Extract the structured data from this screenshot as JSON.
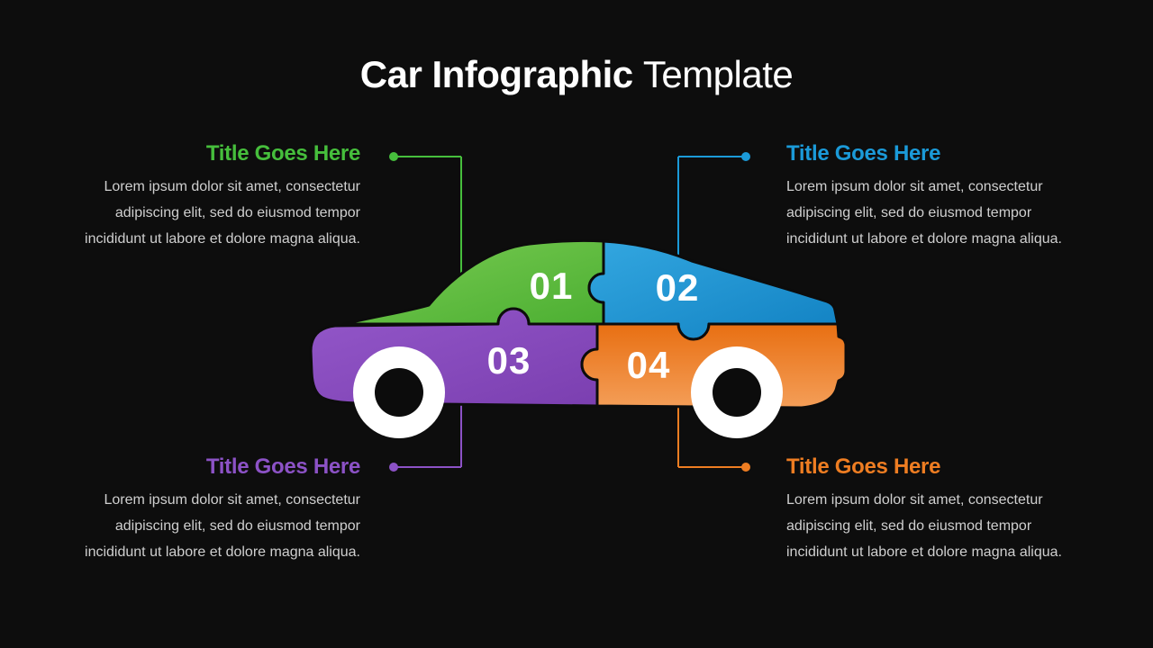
{
  "page": {
    "background": "#0d0d0d"
  },
  "title": {
    "bold": "Car Infographic",
    "light": "Template"
  },
  "sections": [
    {
      "number": "01",
      "title": "Title Goes Here",
      "accent_color": "#46be3c",
      "position": "top-left",
      "body_lines": [
        "Lorem ipsum dolor sit amet, consectetur",
        "adipiscing elit, sed do eiusmod tempor",
        "incididunt ut labore et dolore magna aliqua."
      ]
    },
    {
      "number": "02",
      "title": "Title Goes Here",
      "accent_color": "#1b9ad8",
      "position": "top-right",
      "body_lines": [
        "Lorem ipsum dolor sit amet, consectetur",
        "adipiscing elit, sed do eiusmod tempor",
        "incididunt ut labore et dolore magna aliqua."
      ]
    },
    {
      "number": "03",
      "title": "Title Goes Here",
      "accent_color": "#8c52c6",
      "position": "bottom-left",
      "body_lines": [
        "Lorem ipsum dolor sit amet, consectetur",
        "adipiscing elit, sed do eiusmod tempor",
        "incididunt ut labore et dolore magna aliqua."
      ]
    },
    {
      "number": "04",
      "title": "Title Goes Here",
      "accent_color": "#ee7d22",
      "position": "bottom-right",
      "body_lines": [
        "Lorem ipsum dolor sit amet, consectetur",
        "adipiscing elit, sed do eiusmod tempor",
        "incididunt ut labore et dolore magna aliqua."
      ]
    }
  ],
  "car": {
    "pieces": [
      {
        "number": "01",
        "part": "roof-front",
        "color_start": "#79cb52",
        "color_end": "#4caf32"
      },
      {
        "number": "02",
        "part": "roof-rear",
        "color_start": "#33a7e0",
        "color_end": "#1181c2"
      },
      {
        "number": "03",
        "part": "body-front",
        "color_start": "#9357c9",
        "color_end": "#7b3fb0"
      },
      {
        "number": "04",
        "part": "body-rear",
        "color_start": "#e86f12",
        "color_end": "#f49e58"
      }
    ],
    "wheel_color": "#ffffff",
    "hub_color": "#0c0c0c",
    "outline_color": "#0c0c0c"
  }
}
